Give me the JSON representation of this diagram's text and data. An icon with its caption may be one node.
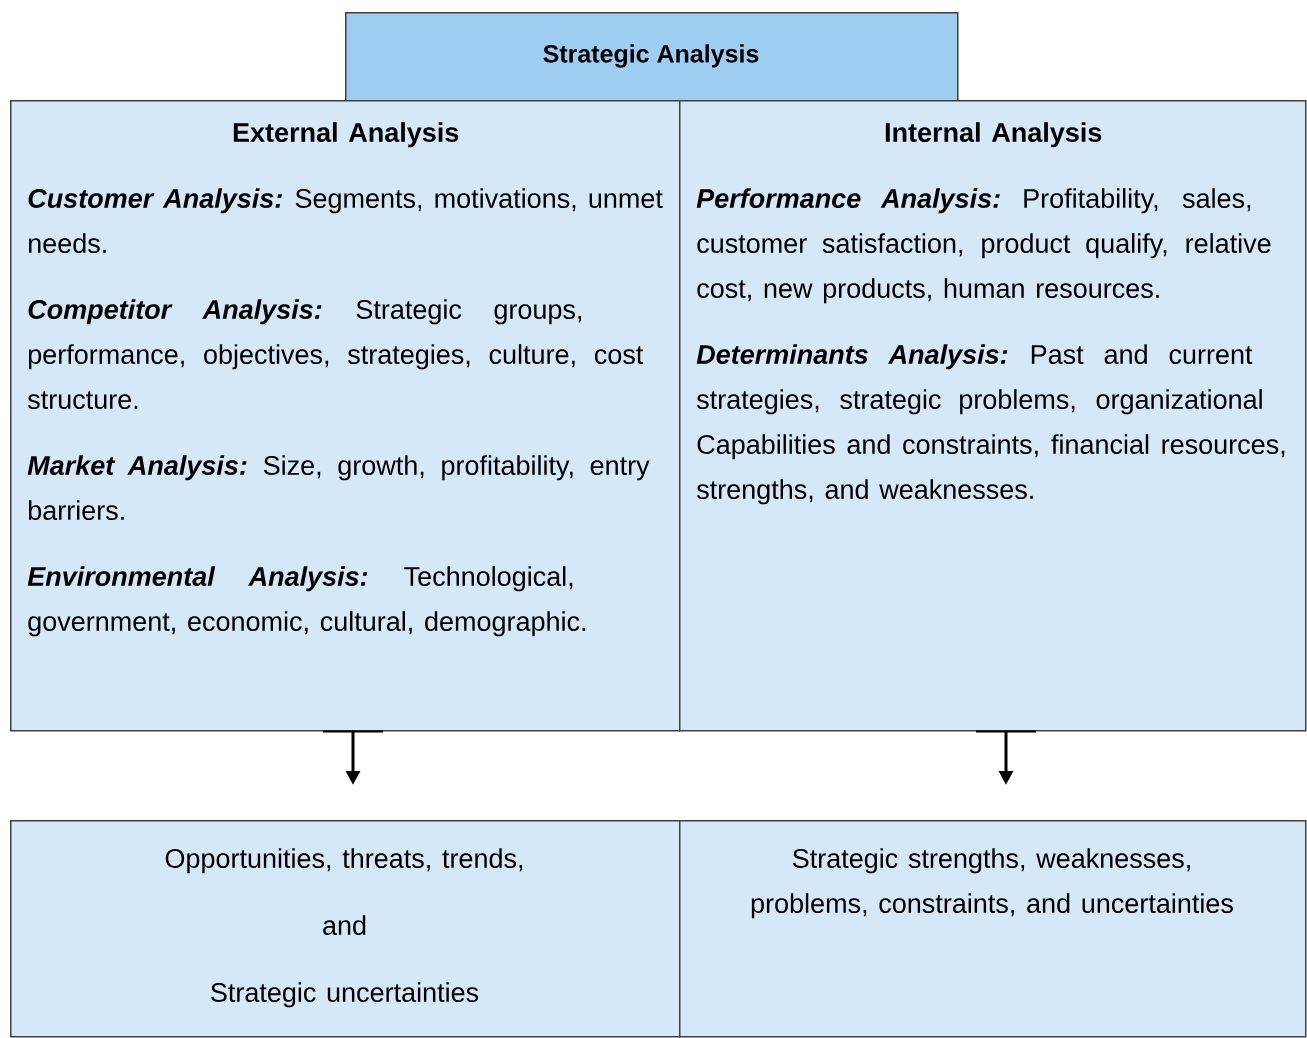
{
  "diagram": {
    "nodes": [
      {
        "text": [
          "Strategic Analysis"
        ]
      },
      {
        "text": [
          "External Analysis",
          "**Customer Analysis:** Segments, motivations, unmet needs.",
          "**Competitor Analysis:** Strategic groups, performance, objectives, strategies, culture, cost structure.",
          "**Market Analysis:** Size, growth, profitability, entry barriers.",
          "**Environmental Analysis:** Technological, government, economic, cultural, demographic."
        ]
      },
      {
        "text": [
          "Internal Analysis",
          "**Performance Analysis:** Profitability, sales, customer satisfaction, product qualify, relative cost, new products, human resources.",
          "**Determinants Analysis:** Past and current strategies, strategic problems, organizational Capabilities and constraints, financial resources, strengths, and weaknesses."
        ]
      },
      {
        "text": [
          "Opportunities, threats, trends,",
          "and",
          "Strategic uncertainties"
        ]
      },
      {
        "text": [
          "Strategic strengths, weaknesses, problems, constraints, and uncertainties"
        ]
      }
    ],
    "edges": [
      {
        "from": 1,
        "to": 3,
        "arrow": "to"
      },
      {
        "from": 2,
        "to": 4,
        "arrow": "to"
      }
    ]
  }
}
